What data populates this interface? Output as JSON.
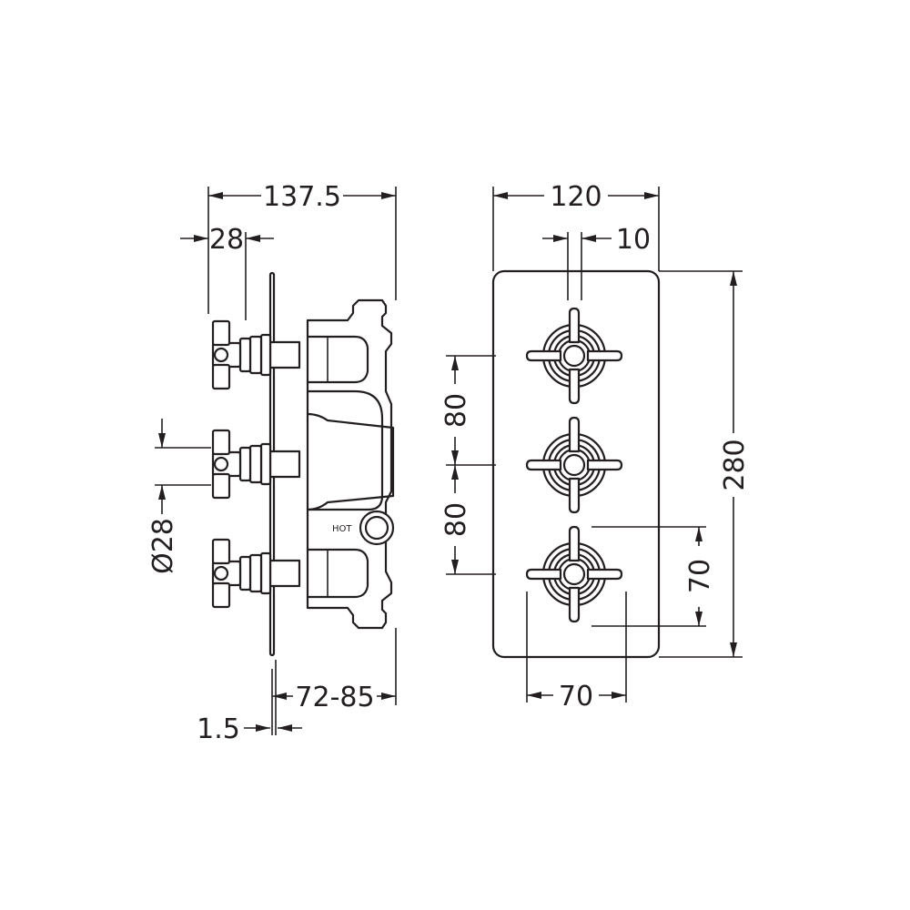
{
  "drawing": {
    "side_view": {
      "overall_depth": "137.5",
      "handle_depth": "28",
      "handle_diameter": "Ø28",
      "wall_depth": "72-85",
      "plate_thickness": "1.5",
      "hot_label": "HOT"
    },
    "front_view": {
      "plate_width": "120",
      "spindle_width": "10",
      "plate_height": "280",
      "handle_spacing_upper": "80",
      "handle_spacing_lower": "80",
      "handle_height": "70",
      "handle_width": "70"
    }
  },
  "colors": {
    "line": "#231f20",
    "background": "#ffffff"
  }
}
